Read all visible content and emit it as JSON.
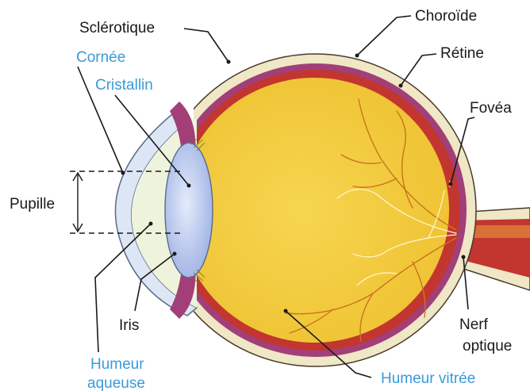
{
  "labels": {
    "sclerotique": "Sclérotique",
    "choroide": "Choroïde",
    "retine": "Rétine",
    "cornee": "Cornée",
    "cristallin": "Cristallin",
    "fovea": "Fovéa",
    "pupille": "Pupille",
    "iris": "Iris",
    "humeur_aqueuse_1": "Humeur",
    "humeur_aqueuse_2": "aqueuse",
    "nerf_optique_1": "Nerf",
    "nerf_optique_2": "optique",
    "humeur_vitree": "Humeur vitrée"
  },
  "colors": {
    "sclera": "#efe7c6",
    "choroid": "#a23f78",
    "retina": "#c2362f",
    "vitreous": "#f2cc3c",
    "lens": "#b9c6ee",
    "cornea": "#dde6f4",
    "aqueous": "#eef3dc",
    "black_label": "#1a1a1a",
    "blue_label": "#3a9ad9"
  }
}
